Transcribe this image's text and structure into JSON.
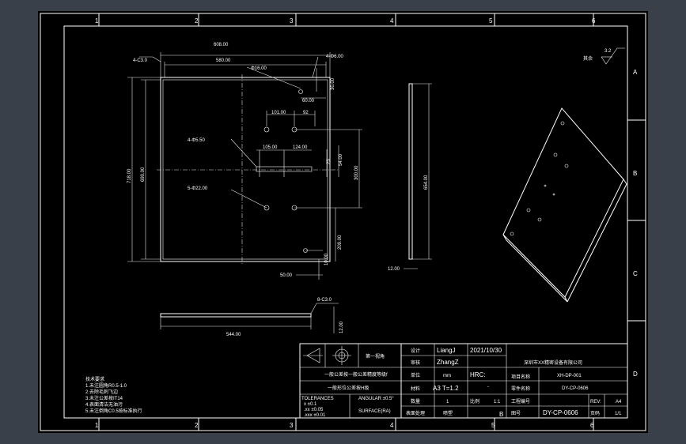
{
  "zones": {
    "cols": [
      "1",
      "2",
      "3",
      "4",
      "5",
      "6"
    ],
    "rows": [
      "A",
      "B",
      "C",
      "D"
    ]
  },
  "views": {
    "front": {
      "chamfer_corner": "4-C3.0",
      "overall_width": "608.00",
      "inner_width": "580.00",
      "hole_small_note": "Φ16.00",
      "hole_edge_note": "4-Φ6.00",
      "offset_60": "60.00",
      "offset_30": "30.00",
      "pitch_101": "101.00",
      "pitch_92": "92",
      "slot_note": "4-Φ5.50",
      "pitch_105": "105.00",
      "pitch_124": "124.00",
      "pitch_25": "25",
      "pitch_54": "54.00",
      "height_300": "300.00",
      "large_hole_note": "5-Φ22.00",
      "overall_height": "718.00",
      "inner_height": "690.00",
      "offset_209": "209.00",
      "offset_50": "50.00",
      "bottom_small": "10.00"
    },
    "side": {
      "height": "654.00",
      "thickness": "12.00"
    },
    "bottom": {
      "chamfer": "8-C3.0",
      "length": "544.00",
      "thickness": "12.00"
    },
    "roughness": {
      "label": "其余",
      "value": "3.2"
    }
  },
  "notes": {
    "lines": [
      "技术要求",
      "1.未注圆角R0.5-1.0",
      "2.去除毛刺飞边",
      "3.未注公差按IT14",
      "4.表面清洁无油污",
      "5.未注倒角C0.5按标准执行"
    ]
  },
  "title_block": {
    "projection_label": "第一视角",
    "general_tol_line1": "一般公差按一般公差精度等级f",
    "general_tol_line2": "一般形位公差按H级",
    "tolerances_header": "TOLERANCES",
    "tol_x": "x  ±0.1",
    "tol_xx": ".xx  ±0.05",
    "tol_xxx": ".xxx  ±0.01",
    "angular": "ANGULAR ±0.5°",
    "surface": "SURFACE(RA)",
    "design_label": "设计",
    "check_label": "审核",
    "unit_label": "单位",
    "material_label": "材料",
    "qty_label": "数量",
    "surface_label": "表面处理",
    "designer": "LiangJ",
    "checker": "ZhangZ",
    "unit": "mm",
    "material": "A3   T=1.2",
    "qty": "1",
    "finish": "喷塑",
    "date": "2021/10/30",
    "hrc": "HRC:",
    "hrc_val": "-",
    "scale_label": "比例",
    "scale": "1:1",
    "company": "深圳市XX精密设备有限公司",
    "project_label": "项目名称",
    "project_code": "XH-DP-001",
    "part_label": "零件名称",
    "part_code": "DY-CP-0606",
    "drawing_label": "工程编号",
    "number_label": "图号",
    "number_value": "DY-CP-0606",
    "rev_label": "REV:",
    "rev_value": "A4",
    "sheet_label": "页码",
    "sheet_value": "1/1",
    "b_letter": "B"
  }
}
